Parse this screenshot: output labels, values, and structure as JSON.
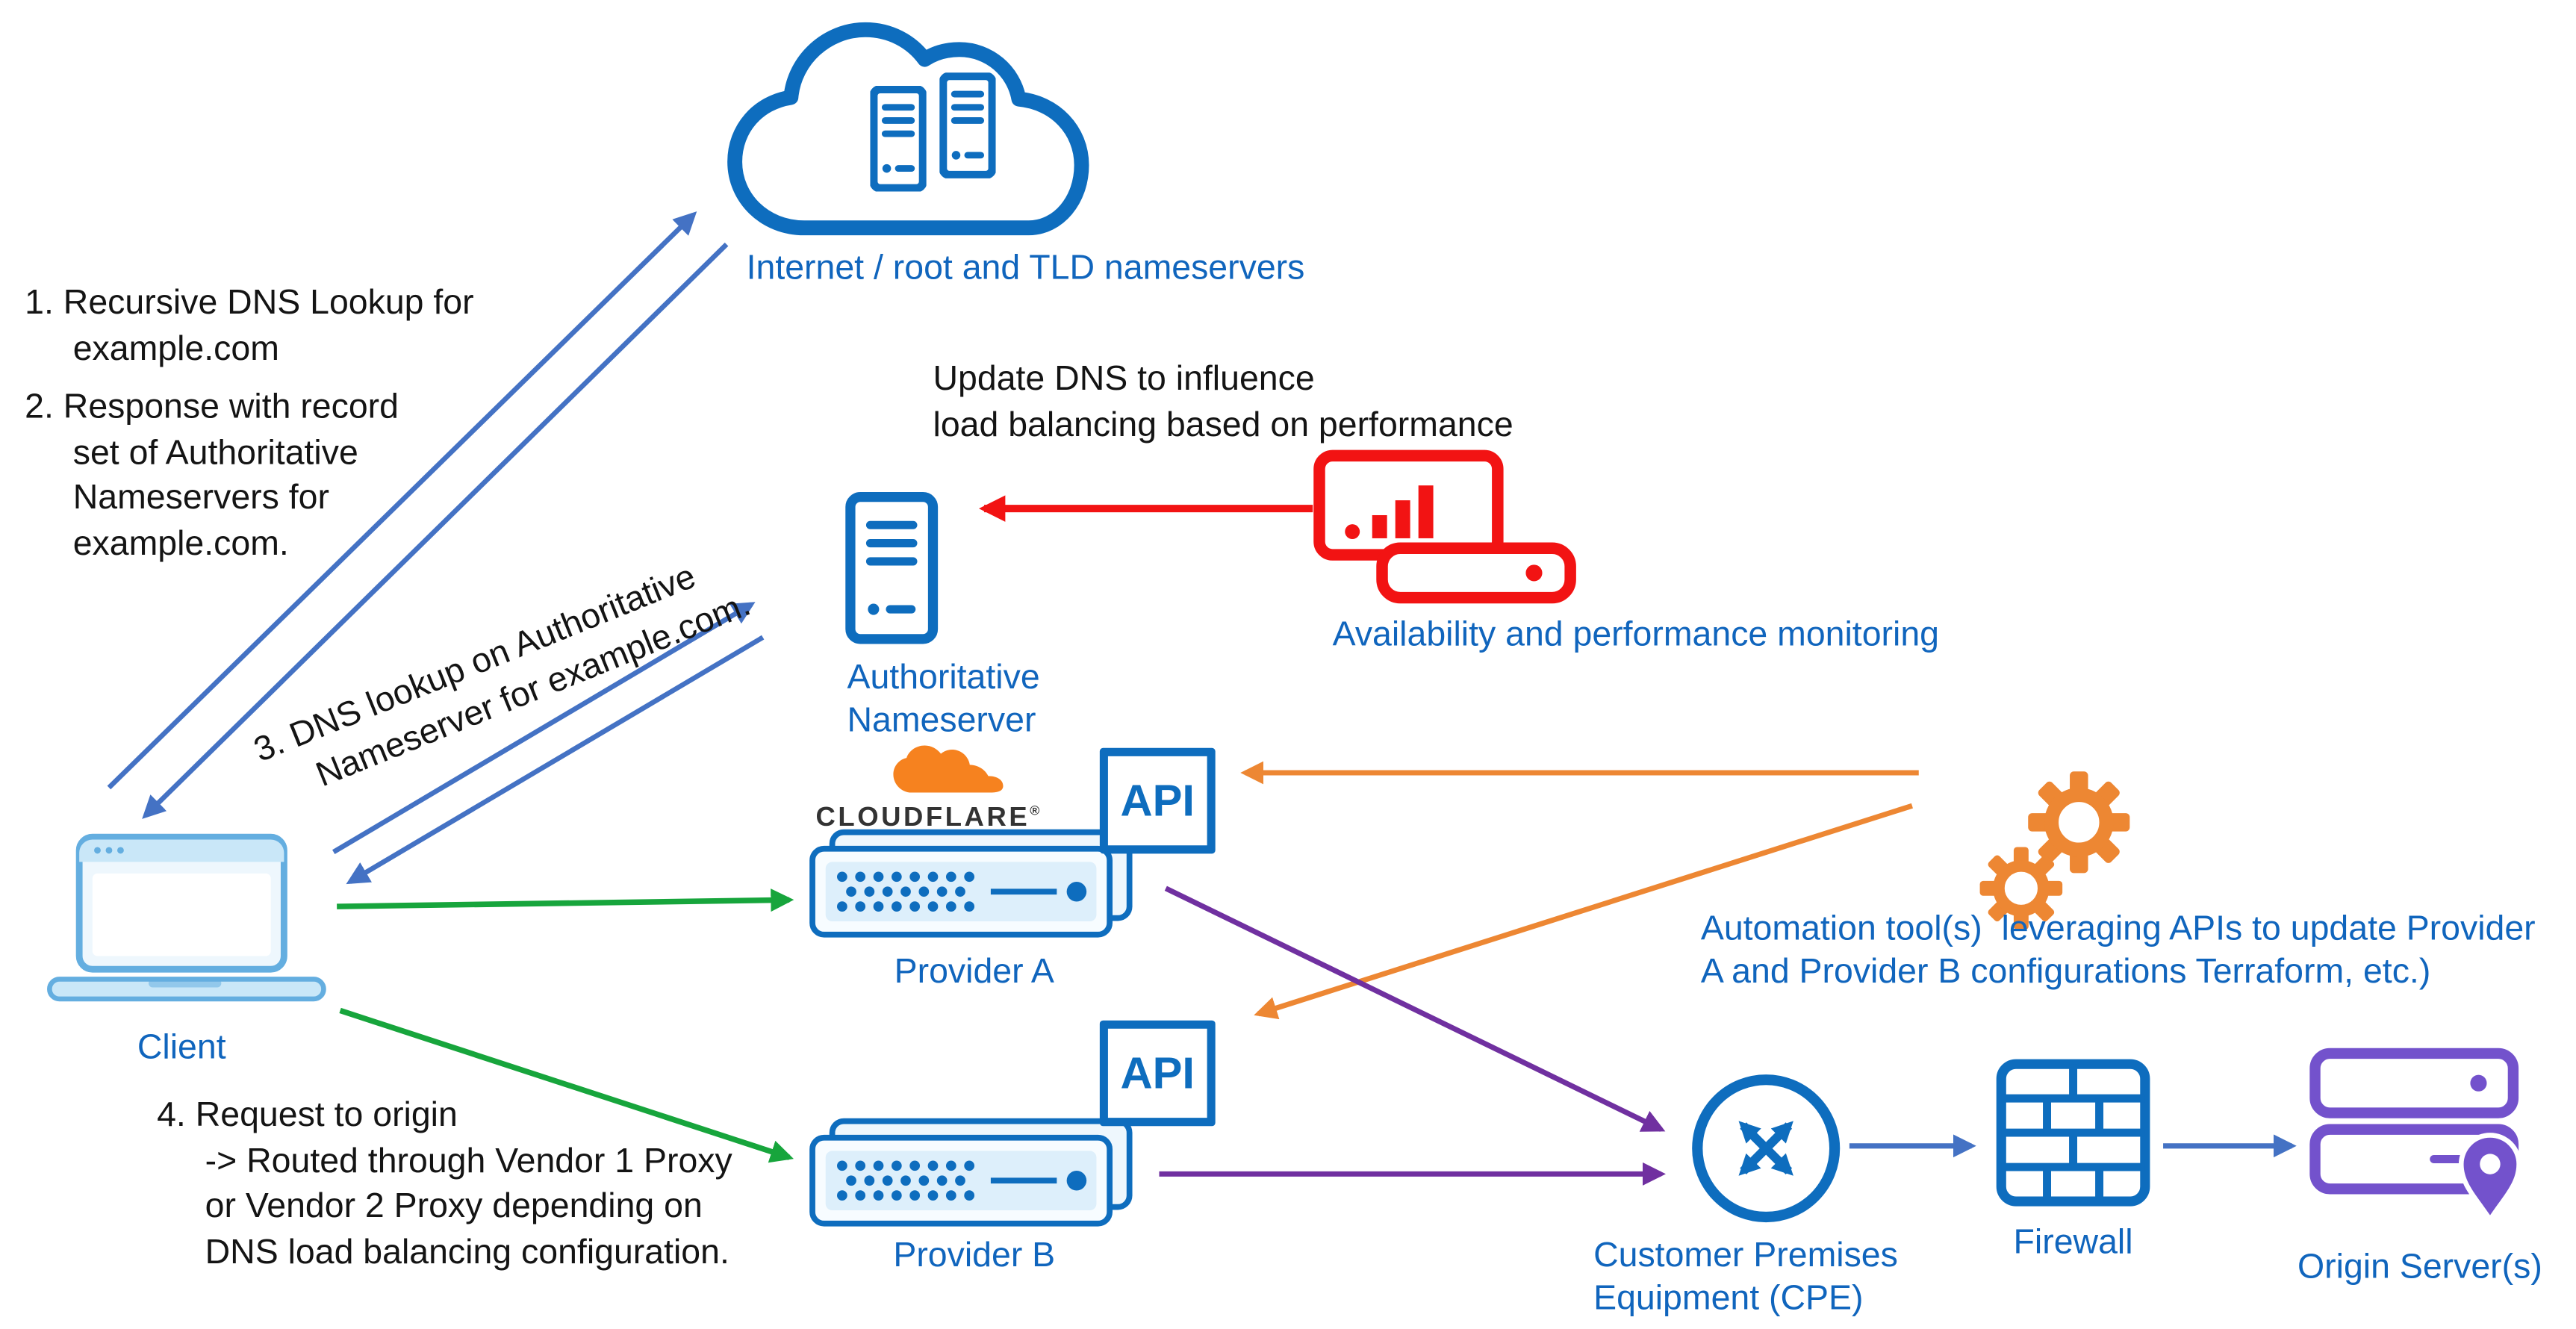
{
  "colors": {
    "icon-blue": "#0e6dbe",
    "label-blue": "#1065bd",
    "connector-blue": "#4472C4",
    "green": "#17a53c",
    "red": "#f21313",
    "orange": "#ED8733",
    "purple": "#7030A0",
    "origin-purple": "#7352CC",
    "cloudflare-orange": "#F6821F",
    "laptop-blue": "#64AEE0"
  },
  "nodes": {
    "internet": {
      "label": "Internet / root and TLD nameservers"
    },
    "authoritative_ns": {
      "label": "Authoritative\nNameserver"
    },
    "monitoring": {
      "label": "Availability and performance monitoring"
    },
    "client": {
      "label": "Client"
    },
    "provider_a": {
      "label": "Provider A",
      "api": "API",
      "brand": "CLOUDFLARE",
      "brand_mark": "®"
    },
    "provider_b": {
      "label": "Provider B",
      "api": "API"
    },
    "automation": {
      "label": "Automation tool(s)  leveraging APIs to update Provider\nA and Provider B configurations Terraform, etc.)"
    },
    "cpe": {
      "label": "Customer Premises\nEquipment (CPE)"
    },
    "firewall": {
      "label": "Firewall"
    },
    "origin": {
      "label": "Origin Server(s)"
    }
  },
  "annotations": {
    "step1": "1. Recursive DNS Lookup for\n     example.com",
    "step2": "2. Response with record\n     set of Authoritative\n     Nameservers for\n     example.com.",
    "step3": "3. DNS lookup on Authoritative\n     Nameserver for example.com.",
    "step4": "4. Request to origin\n     -> Routed through Vendor 1 Proxy\n     or Vendor 2 Proxy depending on\n     DNS load balancing configuration.",
    "update_dns": "Update DNS to influence\nload balancing based on performance"
  }
}
